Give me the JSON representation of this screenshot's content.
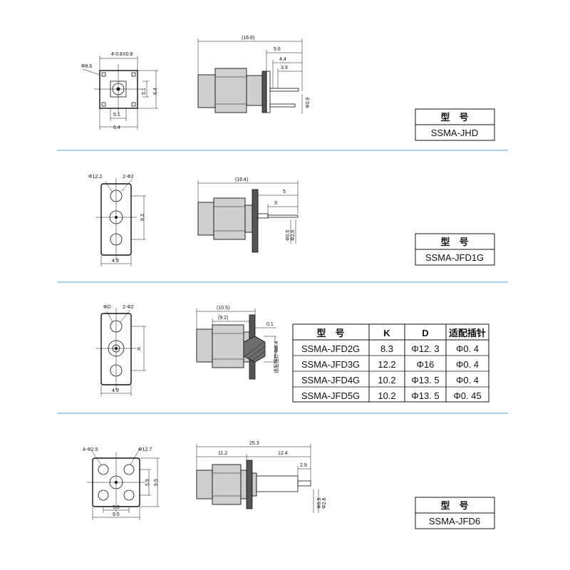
{
  "jhd": {
    "model_header": "型　号",
    "model": "SSMA-JHD",
    "dims": {
      "holes": "4-0.8X0.8",
      "pin_circle": "Φ8.6",
      "inner_h": "5.1",
      "outer_h": "6.4",
      "inner_w": "5.1",
      "outer_w": "6.4",
      "total_len": "(16.8)",
      "d56": "5.6",
      "d44": "4.4",
      "d39": "3.9",
      "pin": "Φ0.9"
    }
  },
  "jfd1g": {
    "model_header": "型　号",
    "model": "SSMA-JFD1G",
    "dims": {
      "flange": "Φ12.2",
      "holes": "2-Φ2",
      "k": "8.3",
      "width": "4.9",
      "total_len": "(16.4)",
      "d5": "5",
      "d3": "3",
      "pin": "Φ0.5",
      "insulator": "Φ2.6"
    }
  },
  "jfd_series": {
    "dims": {
      "flange": "ΦD",
      "holes": "2-Φ2",
      "k": "K",
      "width": "4.9",
      "d105": "(10.5)",
      "d92": "(9.2)",
      "d01": "0.1",
      "d44": "Φ4.4",
      "pin_note": "适配插针Φd"
    },
    "table": {
      "headers": [
        "型　号",
        "K",
        "D",
        "适配插针"
      ],
      "rows": [
        [
          "SSMA-JFD2G",
          "8.3",
          "Φ12. 3",
          "Φ0. 4"
        ],
        [
          "SSMA-JFD3G",
          "12.2",
          "Φ16",
          "Φ0. 4"
        ],
        [
          "SSMA-JFD4G",
          "10.2",
          "Φ13. 5",
          "Φ0. 4"
        ],
        [
          "SSMA-JFD5G",
          "10.2",
          "Φ13. 5",
          "Φ0. 45"
        ]
      ]
    }
  },
  "jfd6": {
    "model_header": "型　号",
    "model": "SSMA-JFD6",
    "dims": {
      "holes": "4-Φ2.5",
      "flange": "Φ12.7",
      "inner_h": "5.9",
      "outer_h": "9.5",
      "inner_w": "5.9",
      "outer_w": "9.5",
      "total_len": "25.3",
      "d112": "11.2",
      "d124": "12.4",
      "d29": "2.9",
      "pin": "Φ0.9",
      "insulator": "Φ2.8"
    }
  }
}
